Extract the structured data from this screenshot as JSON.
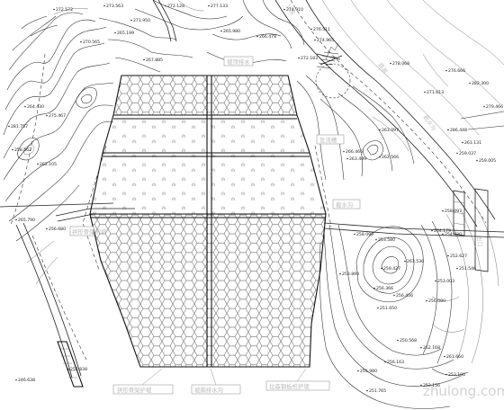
{
  "callouts": {
    "top_drain": "坡顶排水",
    "chute": "急流槽",
    "drain": "截水沟",
    "drain_pipe": "拱形骨架护坡",
    "right_road": "公路",
    "right_label_a": "路基",
    "right_label_b": "截水沟",
    "right_label_c": "出口",
    "bottom_left": "拱形骨架护坡",
    "bottom_mid": "坡脚排水沟",
    "bottom_right": "拉森钢板桩护坡"
  },
  "watermark": "zhulong.com",
  "elevations": [
    {
      "id": "e1",
      "text": "272.572"
    },
    {
      "id": "e2",
      "text": "273.563"
    },
    {
      "id": "e3",
      "text": "272.128"
    },
    {
      "id": "e4",
      "text": "271.950"
    },
    {
      "id": "e5",
      "text": "265.199"
    },
    {
      "id": "e6",
      "text": "265.980"
    },
    {
      "id": "e7",
      "text": "277.133"
    },
    {
      "id": "e8",
      "text": "276.511"
    },
    {
      "id": "e9",
      "text": "274.910"
    },
    {
      "id": "e10",
      "text": "274.965"
    },
    {
      "id": "e11",
      "text": "270.565"
    },
    {
      "id": "e12",
      "text": "267.885"
    },
    {
      "id": "e13",
      "text": "266.478"
    },
    {
      "id": "e14",
      "text": "272.183"
    },
    {
      "id": "e15",
      "text": "264.430"
    },
    {
      "id": "e16",
      "text": "278.068"
    },
    {
      "id": "e17",
      "text": "276.666"
    },
    {
      "id": "e18",
      "text": "282.300"
    },
    {
      "id": "e19",
      "text": "271.613"
    },
    {
      "id": "e20",
      "text": "279.466"
    },
    {
      "id": "e21",
      "text": "275.467"
    },
    {
      "id": "e22",
      "text": "263.097"
    },
    {
      "id": "e23",
      "text": "286.448"
    },
    {
      "id": "e24",
      "text": "261.131"
    },
    {
      "id": "e25",
      "text": "281.757"
    },
    {
      "id": "e26",
      "text": "258.562"
    },
    {
      "id": "e27",
      "text": "266.466"
    },
    {
      "id": "e28",
      "text": "263.409"
    },
    {
      "id": "e29",
      "text": "262.105"
    },
    {
      "id": "e30",
      "text": "262.566"
    },
    {
      "id": "e31",
      "text": "259.037"
    },
    {
      "id": "e32",
      "text": "259.005"
    },
    {
      "id": "e33",
      "text": "265.790"
    },
    {
      "id": "e34",
      "text": "256.680"
    },
    {
      "id": "e35",
      "text": "258.096"
    },
    {
      "id": "e36",
      "text": "253.580"
    },
    {
      "id": "e37",
      "text": "258.097"
    },
    {
      "id": "e38",
      "text": "264.179"
    },
    {
      "id": "e39",
      "text": "253.890"
    },
    {
      "id": "e40",
      "text": "259.427"
    },
    {
      "id": "e41",
      "text": "261.536"
    },
    {
      "id": "e42",
      "text": "256.366"
    },
    {
      "id": "e43",
      "text": "254.030"
    },
    {
      "id": "e44",
      "text": "252.627"
    },
    {
      "id": "e45",
      "text": "251.546"
    },
    {
      "id": "e46",
      "text": "253.003"
    },
    {
      "id": "e47",
      "text": "256.080"
    },
    {
      "id": "e48",
      "text": "256.456"
    },
    {
      "id": "e49",
      "text": "250.568"
    },
    {
      "id": "e50",
      "text": "251.650"
    },
    {
      "id": "e51",
      "text": "262.168"
    },
    {
      "id": "e52",
      "text": "261.660"
    },
    {
      "id": "e53",
      "text": "256.163"
    },
    {
      "id": "e54",
      "text": "255.980"
    },
    {
      "id": "e55",
      "text": "253.186"
    },
    {
      "id": "e56",
      "text": "252.156"
    },
    {
      "id": "e57",
      "text": "251.765"
    },
    {
      "id": "e58",
      "text": "246.638"
    },
    {
      "id": "e59",
      "text": "252.838"
    }
  ]
}
